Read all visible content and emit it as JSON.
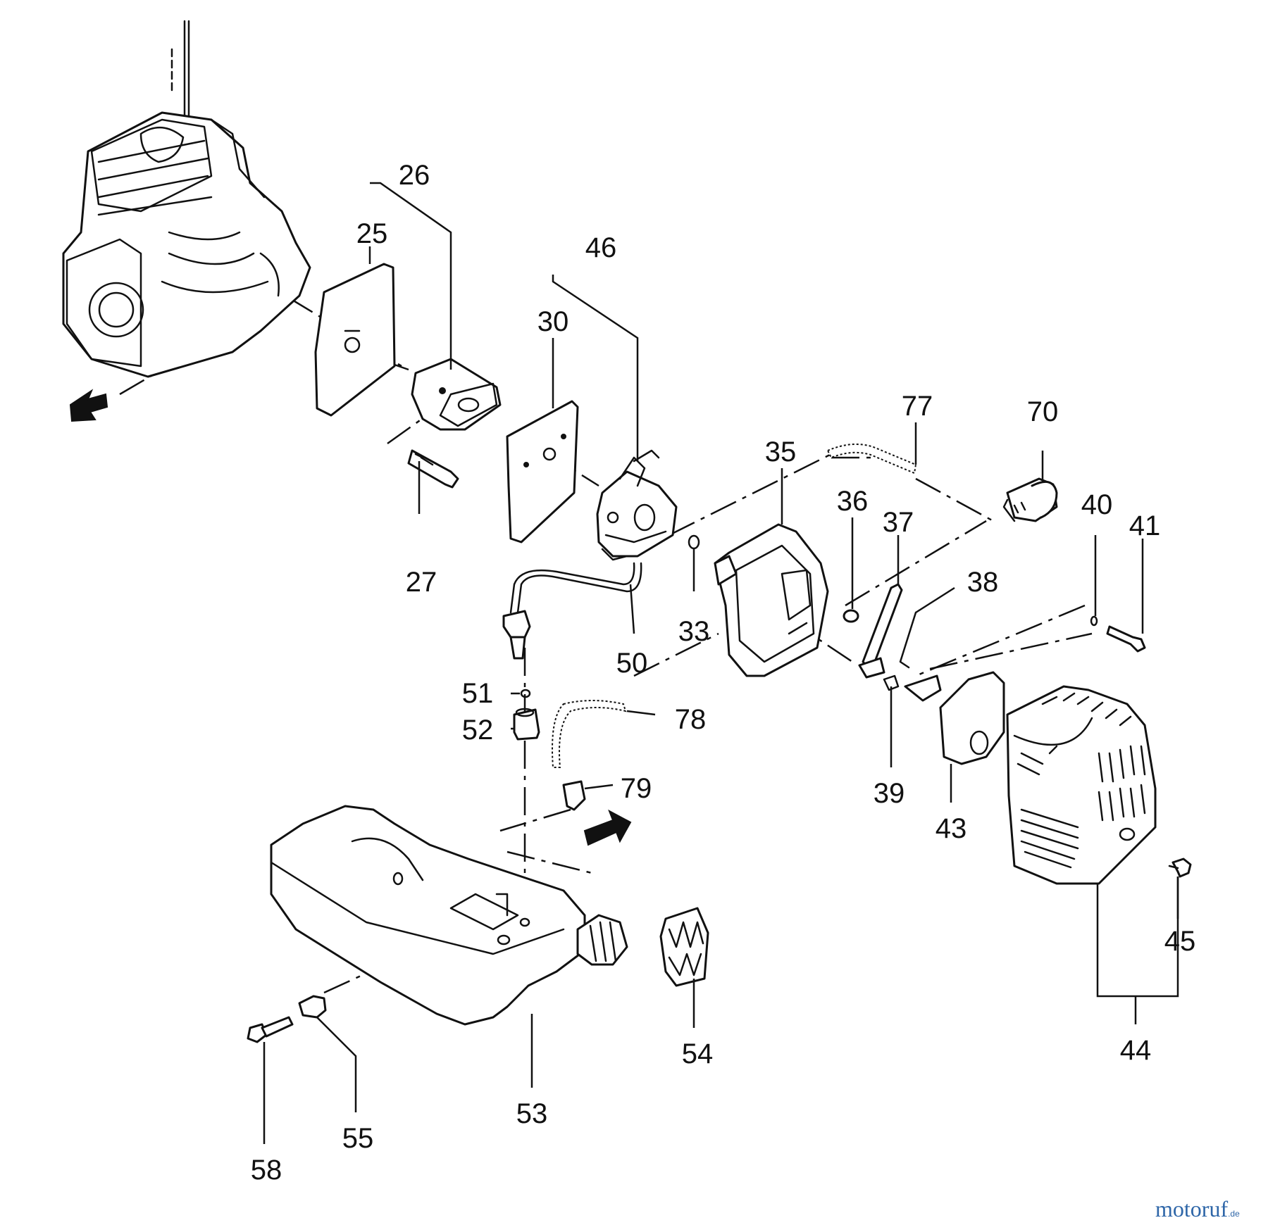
{
  "diagram": {
    "callouts": [
      {
        "id": "c25",
        "text": "25"
      },
      {
        "id": "c26",
        "text": "26"
      },
      {
        "id": "c27",
        "text": "27"
      },
      {
        "id": "c30",
        "text": "30"
      },
      {
        "id": "c33",
        "text": "33"
      },
      {
        "id": "c35",
        "text": "35"
      },
      {
        "id": "c36",
        "text": "36"
      },
      {
        "id": "c37",
        "text": "37"
      },
      {
        "id": "c38",
        "text": "38"
      },
      {
        "id": "c39",
        "text": "39"
      },
      {
        "id": "c40",
        "text": "40"
      },
      {
        "id": "c41",
        "text": "41"
      },
      {
        "id": "c43",
        "text": "43"
      },
      {
        "id": "c44",
        "text": "44"
      },
      {
        "id": "c45",
        "text": "45"
      },
      {
        "id": "c46",
        "text": "46"
      },
      {
        "id": "c50",
        "text": "50"
      },
      {
        "id": "c51",
        "text": "51"
      },
      {
        "id": "c52",
        "text": "52"
      },
      {
        "id": "c53",
        "text": "53"
      },
      {
        "id": "c54",
        "text": "54"
      },
      {
        "id": "c55",
        "text": "55"
      },
      {
        "id": "c58",
        "text": "58"
      },
      {
        "id": "c70",
        "text": "70"
      },
      {
        "id": "c77",
        "text": "77"
      },
      {
        "id": "c78",
        "text": "78"
      },
      {
        "id": "c79",
        "text": "79"
      }
    ]
  },
  "watermark": {
    "brand": "motoruf",
    "tld": ".de"
  },
  "colors": {
    "ink": "#111111",
    "watermark_blue": "#2e66a8",
    "watermark_orange": "#e0892a"
  }
}
